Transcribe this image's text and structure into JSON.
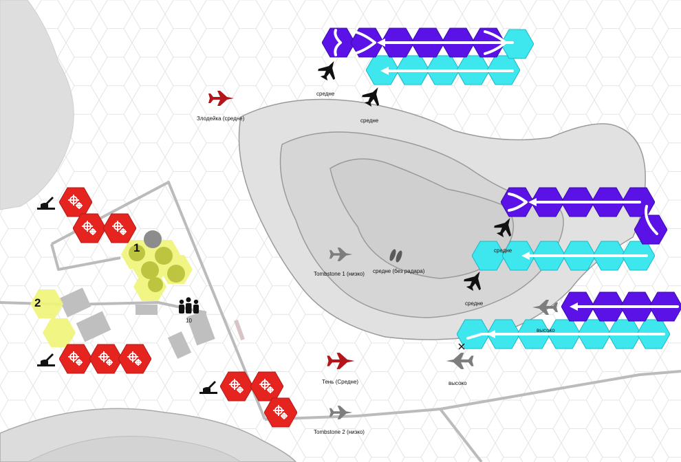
{
  "labels": {
    "villain": "Злодейка (средне)",
    "tombstone1": "Tombstone 1 (низко)",
    "no_radar": "средне (без радара)",
    "shadow": "Тень (Средне)",
    "tombstone2": "Tombstone 2 (низко)",
    "bomber_a": "средне",
    "bomber_b": "средне",
    "bomber_c": "средне",
    "bomber_d": "средне",
    "escort_high": "высоко",
    "jet_high": "высоко",
    "troops_count": "10",
    "zone1": "1",
    "zone2": "2"
  },
  "colors": {
    "enemy_purple": "#5a12e6",
    "enemy_cyan": "#3ee6ee",
    "sam_red": "#e52420",
    "target_yellow": "#f0f57a",
    "friendly_dark_red": "#b3151a",
    "terrain_gray": "#dedede",
    "hex_grid": "#e3e3e3"
  },
  "icons": {
    "aa_gun": "anti-aircraft-gun-icon",
    "sam": "sam-site-icon",
    "jet": "jet-icon",
    "bomber": "bomber-icon",
    "troops": "infantry-icon",
    "bomb": "bomb-icon"
  }
}
